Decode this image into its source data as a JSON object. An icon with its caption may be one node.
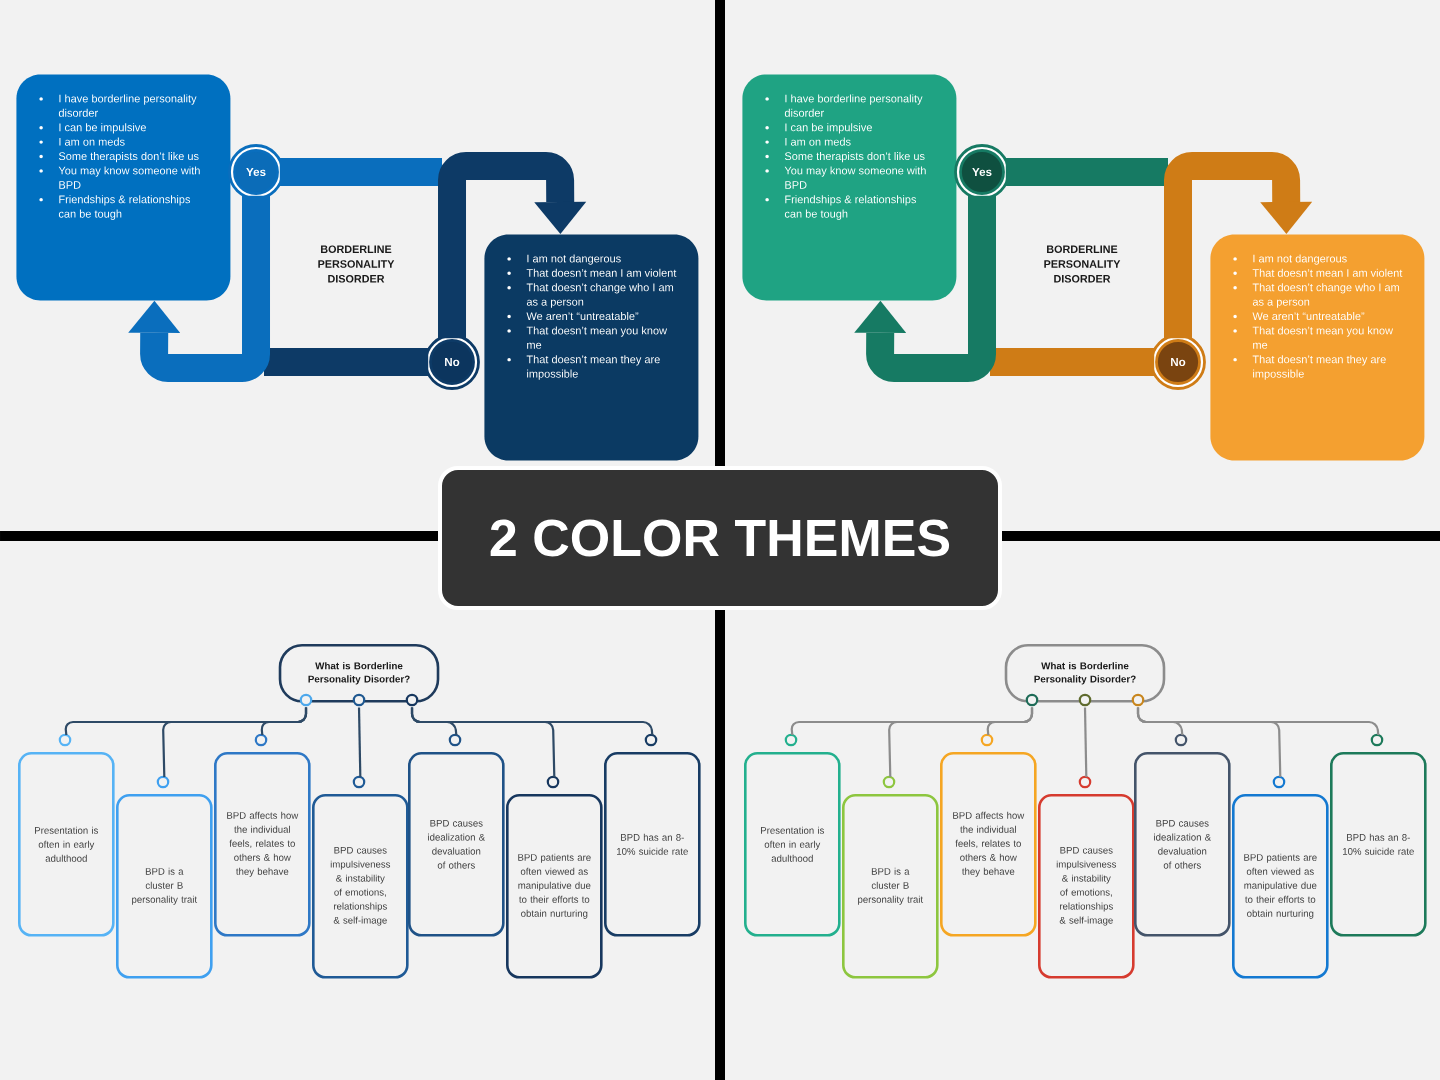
{
  "diagram": {
    "nodes": [
      {
        "text": [
          "I have borderline personality disorder",
          "I can be impulsive",
          "I am on meds",
          "Some therapists don’t like us",
          "You may know someone with BPD",
          "Friendships & relationships can be tough"
        ]
      },
      {
        "text": [
          "Yes"
        ]
      },
      {
        "text": [
          "No"
        ]
      },
      {
        "text": [
          "I am not dangerous",
          "That doesn’t mean I am violent",
          "That doesn’t change who I am as a person",
          "We aren’t “untreatable”",
          "That doesn’t mean you know me",
          "That doesn’t mean they are impossible"
        ]
      },
      {
        "text": [
          "I have borderline personality disorder",
          "I can be impulsive",
          "I am on meds",
          "Some therapists don’t like us",
          "You may know someone with BPD",
          "Friendships & relationships can be tough"
        ]
      },
      {
        "text": [
          "Yes"
        ]
      },
      {
        "text": [
          "No"
        ]
      },
      {
        "text": [
          "I am not dangerous",
          "That doesn’t mean I am violent",
          "That doesn’t change who I am as a person",
          "We aren’t “untreatable”",
          "That doesn’t mean you know me",
          "That doesn’t mean they are impossible"
        ]
      },
      {
        "text": [
          "2 COLOR THEMES"
        ]
      },
      {
        "text": [
          "What is Borderline Personality Disorder?"
        ]
      },
      {
        "text": [
          "Presentation is often in early adulthood"
        ]
      },
      {
        "text": [
          "BPD is a cluster B personality trait"
        ]
      },
      {
        "text": [
          "BPD affects how the individual feels, relates to others & how they behave"
        ]
      },
      {
        "text": [
          "BPD causes impulsiveness & instability of emotions, relationships & self-image"
        ]
      },
      {
        "text": [
          "BPD causes idealization & devaluation of others"
        ]
      },
      {
        "text": [
          "BPD patients are often viewed as manipulative due to their efforts to obtain nurturing"
        ]
      },
      {
        "text": [
          "BPD has an 8-10% suicide rate"
        ]
      },
      {
        "text": [
          "What is Borderline Personality Disorder?"
        ]
      },
      {
        "text": [
          "Presentation is often in early adulthood"
        ]
      },
      {
        "text": [
          "BPD is a cluster B personality trait"
        ]
      },
      {
        "text": [
          "BPD affects how the individual feels, relates to others & how they behave"
        ]
      },
      {
        "text": [
          "BPD causes impulsiveness & instability of emotions, relationships & self-image"
        ]
      },
      {
        "text": [
          "BPD causes idealization & devaluation of others"
        ]
      },
      {
        "text": [
          "BPD patients are often viewed as manipulative due to their efforts to obtain nurturing"
        ]
      },
      {
        "text": [
          "BPD has an 8-10% suicide rate"
        ]
      }
    ],
    "edges": [
      {
        "from": 1,
        "to": 0,
        "arrow": "to",
        "style": "thick",
        "color": "#0A6EBD"
      },
      {
        "from": 2,
        "to": 3,
        "arrow": "to",
        "style": "thick",
        "color": "#0D3A66"
      },
      {
        "from": 5,
        "to": 4,
        "arrow": "to",
        "style": "thick",
        "color": "#167A63"
      },
      {
        "from": 6,
        "to": 7,
        "arrow": "to",
        "style": "thick",
        "color": "#CF7C16"
      },
      {
        "from": 9,
        "to": 10,
        "arrow": "none",
        "color": "#2E4A66"
      },
      {
        "from": 9,
        "to": 11,
        "arrow": "none",
        "color": "#2E4A66"
      },
      {
        "from": 9,
        "to": 12,
        "arrow": "none",
        "color": "#2E4A66"
      },
      {
        "from": 9,
        "to": 13,
        "arrow": "none",
        "color": "#2E4A66"
      },
      {
        "from": 9,
        "to": 14,
        "arrow": "none",
        "color": "#2E4A66"
      },
      {
        "from": 9,
        "to": 15,
        "arrow": "none",
        "color": "#2E4A66"
      },
      {
        "from": 9,
        "to": 16,
        "arrow": "none",
        "color": "#2E4A66"
      },
      {
        "from": 17,
        "to": 18,
        "arrow": "none",
        "color": "#8C8C8C"
      },
      {
        "from": 17,
        "to": 19,
        "arrow": "none",
        "color": "#8C8C8C"
      },
      {
        "from": 17,
        "to": 20,
        "arrow": "none",
        "color": "#8C8C8C"
      },
      {
        "from": 17,
        "to": 21,
        "arrow": "none",
        "color": "#8C8C8C"
      },
      {
        "from": 17,
        "to": 22,
        "arrow": "none",
        "color": "#8C8C8C"
      },
      {
        "from": 17,
        "to": 23,
        "arrow": "none",
        "color": "#8C8C8C"
      },
      {
        "from": 17,
        "to": 24,
        "arrow": "none",
        "color": "#8C8C8C"
      },
      {
        "from": 1,
        "to": null,
        "arrow": "none",
        "style": "thick",
        "color": "#0A6EBD"
      },
      {
        "from": 2,
        "to": null,
        "arrow": "none",
        "style": "thick",
        "color": "#0D3A66"
      },
      {
        "from": 5,
        "to": null,
        "arrow": "none",
        "style": "thick",
        "color": "#167A63"
      },
      {
        "from": 6,
        "to": null,
        "arrow": "none",
        "style": "thick",
        "color": "#CF7C16"
      }
    ],
    "labels": [
      "BORDERLINE PERSONALITY DISORDER",
      "BORDERLINE PERSONALITY DISORDER"
    ]
  }
}
